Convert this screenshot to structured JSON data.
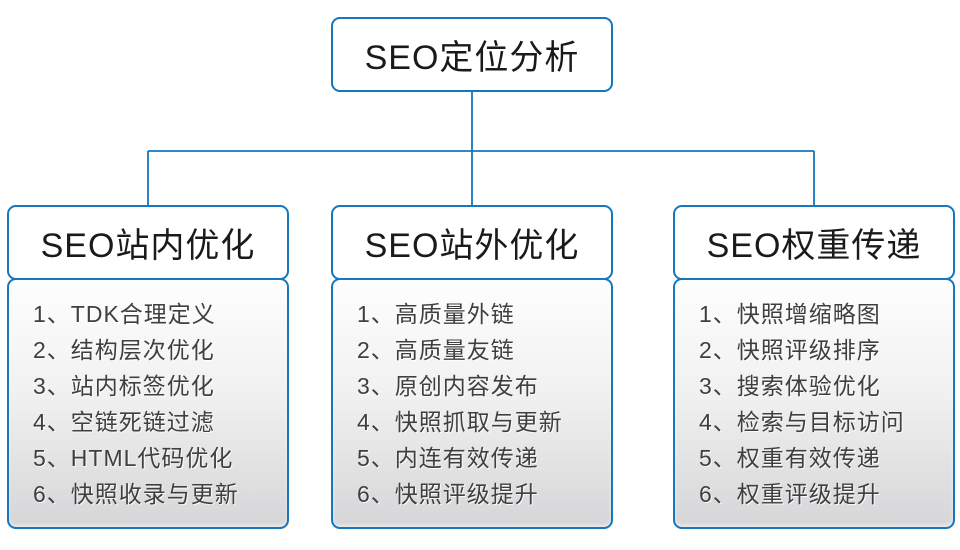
{
  "colors": {
    "accent": "#1577bd",
    "body_gradient_top": "#fefefe",
    "body_gradient_bottom": "#d6d6d8",
    "list_text": "#3f3f3f",
    "title_text": "#1a1a1a"
  },
  "root": {
    "title": "SEO定位分析"
  },
  "columns": [
    {
      "title": "SEO站内优化",
      "items": [
        "1、TDK合理定义",
        "2、结构层次优化",
        "3、站内标签优化",
        "4、空链死链过滤",
        "5、HTML代码优化",
        "6、快照收录与更新"
      ]
    },
    {
      "title": "SEO站外优化",
      "items": [
        "1、高质量外链",
        "2、高质量友链",
        "3、原创内容发布",
        "4、快照抓取与更新",
        "5、内连有效传递",
        "6、快照评级提升"
      ]
    },
    {
      "title": "SEO权重传递",
      "items": [
        "1、快照增缩略图",
        "2、快照评级排序",
        "3、搜索体验优化",
        "4、检索与目标访问",
        "5、权重有效传递",
        "6、权重评级提升"
      ]
    }
  ]
}
